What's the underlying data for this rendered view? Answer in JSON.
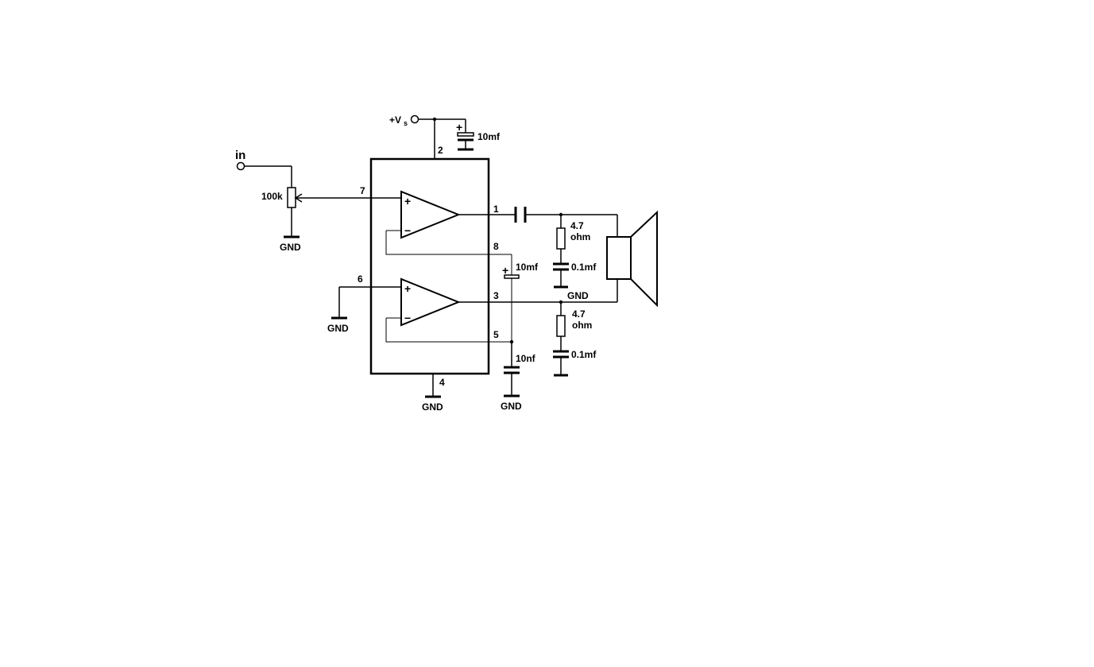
{
  "labels": {
    "input": "in",
    "supply": "+V",
    "supply_sub": "s",
    "pot": "100k",
    "cap_supply": "10mf",
    "cap_bootstrap": "10mf",
    "cap_pin5": "10nf",
    "res_top": "4.7",
    "res_top_unit": "ohm",
    "res_bot": "4.7",
    "res_bot_unit": "ohm",
    "cap_zobel_top": "0.1mf",
    "cap_zobel_bot": "0.1mf",
    "gnd": "GND",
    "plus": "+",
    "minus": "−"
  },
  "pins": {
    "p1": "1",
    "p2": "2",
    "p3": "3",
    "p4": "4",
    "p5": "5",
    "p6": "6",
    "p7": "7",
    "p8": "8"
  }
}
